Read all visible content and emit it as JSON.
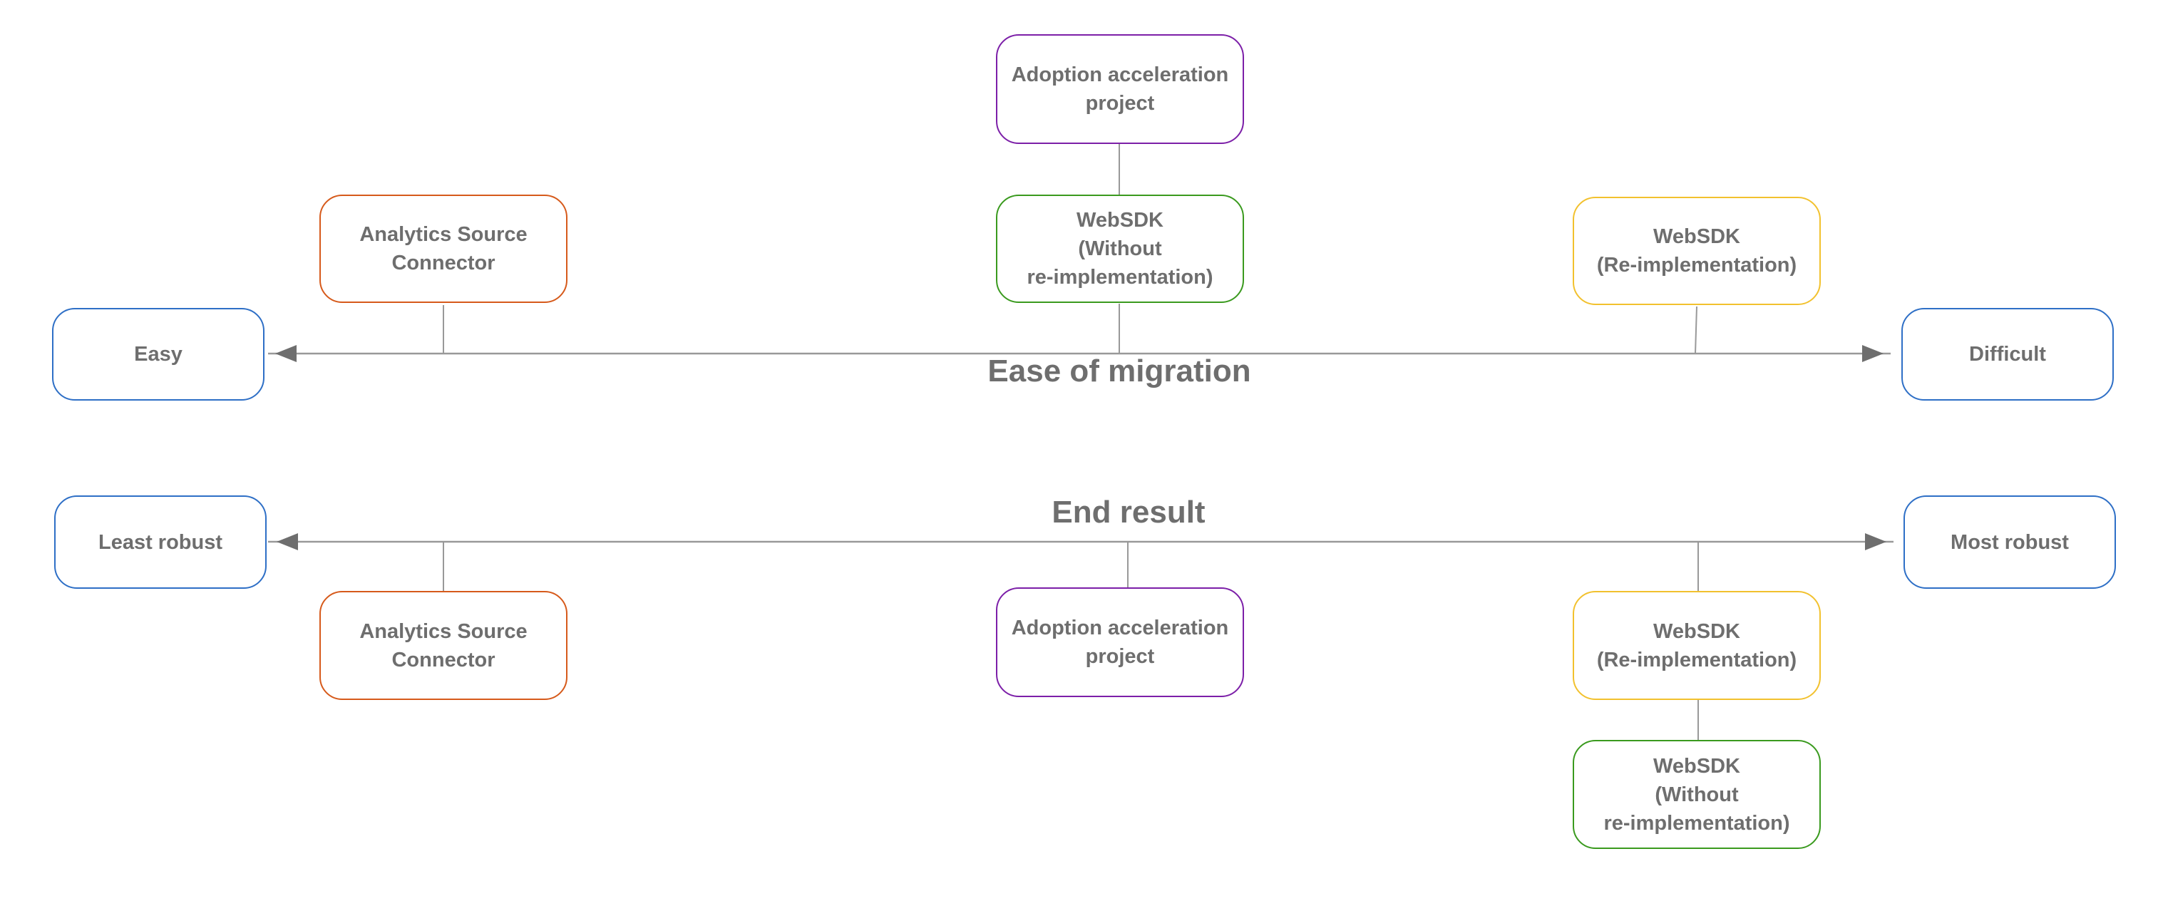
{
  "colors": {
    "scale_end": "#2e6fc6",
    "analytics_source_connector": "#d65a1b",
    "adoption_acceleration": "#7c1fa8",
    "websdk_without_reimplementation": "#3a9a1e",
    "websdk_reimplementation": "#f2c12e",
    "line": "#999999",
    "text": "#6e6e6e"
  },
  "ease": {
    "title": "Ease of migration",
    "left_label": "Easy",
    "right_label": "Difficult",
    "analytics_source_connector": "Analytics Source\nConnector",
    "websdk_without": "WebSDK\n(Without\nre-implementation)",
    "adoption_acceleration": "Adoption acceleration\nproject",
    "websdk_reimplementation": "WebSDK\n(Re-implementation)"
  },
  "result": {
    "title": "End result",
    "left_label": "Least robust",
    "right_label": "Most robust",
    "analytics_source_connector": "Analytics Source\nConnector",
    "adoption_acceleration": "Adoption acceleration\nproject",
    "websdk_reimplementation": "WebSDK\n(Re-implementation)",
    "websdk_without": "WebSDK\n(Without\nre-implementation)"
  }
}
